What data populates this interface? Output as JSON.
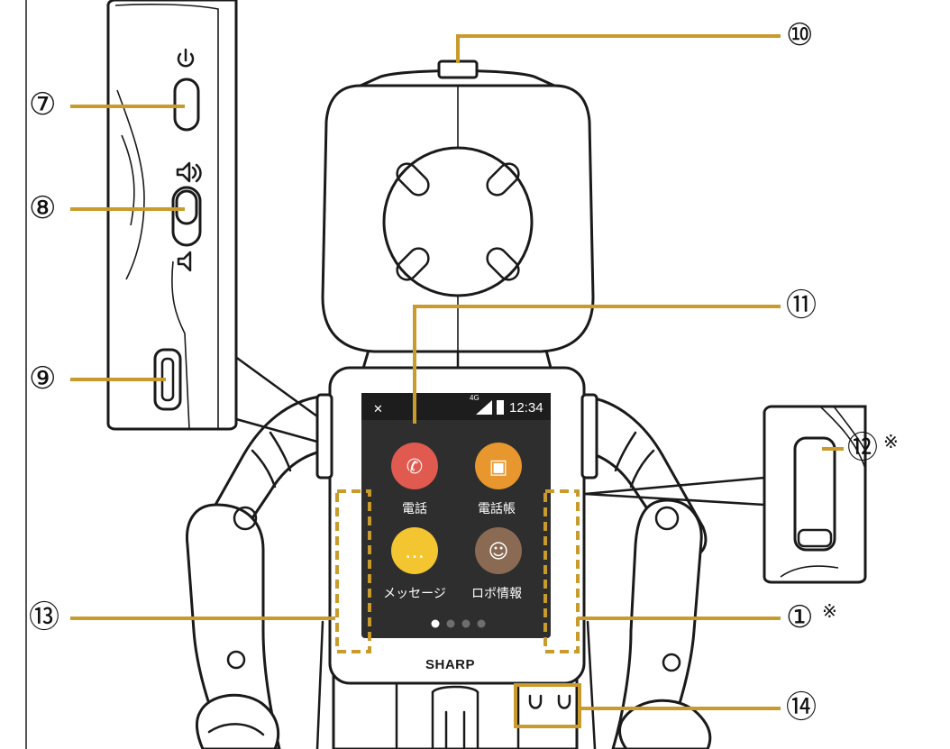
{
  "callouts": {
    "power_button": "⑦",
    "volume_button": "⑧",
    "usb_port": "⑨",
    "top_part": "⑩",
    "display": "⑪",
    "side_part_right": "⑫",
    "side_part_right_note": "※",
    "side_area_left": "⑬",
    "side_area_right": "①",
    "side_area_right_note": "※",
    "bottom_part": "⑭"
  },
  "screen": {
    "status_time": "12:34",
    "network": "4G",
    "apps": [
      {
        "label": "電話",
        "color": "#e05a4f",
        "icon": "phone-icon"
      },
      {
        "label": "電話帳",
        "color": "#e8962e",
        "icon": "contacts-icon"
      },
      {
        "label": "メッセージ",
        "color": "#f2c531",
        "icon": "message-icon"
      },
      {
        "label": "ロボ情報",
        "color": "#8a6a52",
        "icon": "robot-face-icon"
      }
    ],
    "pages_total": 4,
    "page_current": 1
  },
  "brand": "SHARP",
  "colors": {
    "leader": "#c99a2c",
    "outline": "#1a1a1a",
    "screen": "#2e2e2e"
  }
}
